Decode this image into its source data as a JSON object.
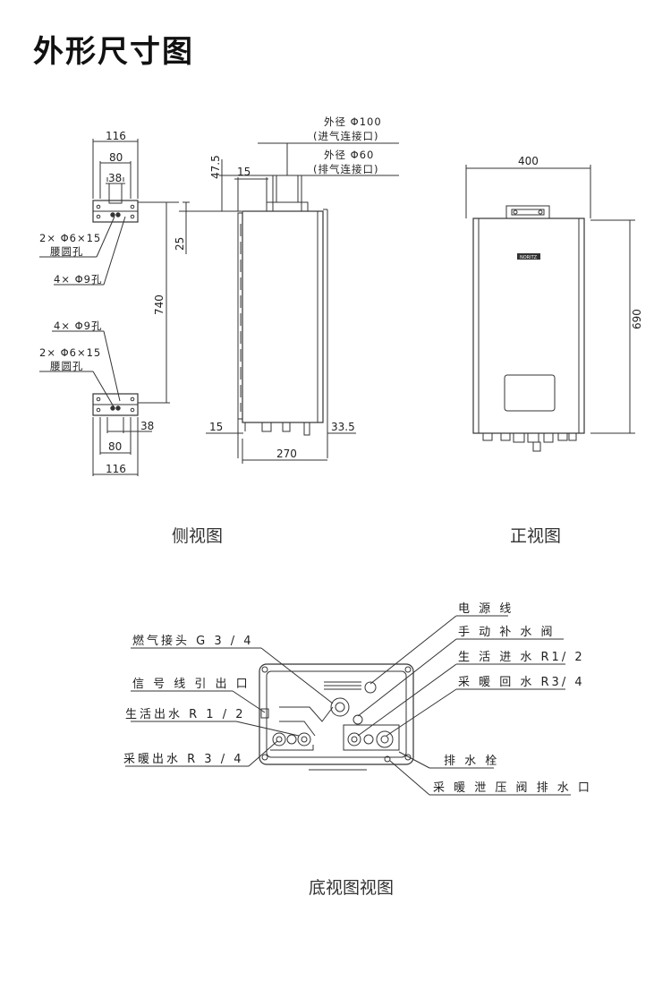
{
  "title": "外形尺寸图",
  "captions": {
    "side": "侧视图",
    "front": "正视图",
    "bottom": "底视图视图"
  },
  "side_view": {
    "bracket_top": {
      "w116": "116",
      "w80": "80",
      "w38": "38"
    },
    "slot_label_1": "2× Φ6×15",
    "slot_label_2": "腰圆孔",
    "hole_label": "4× Φ9孔",
    "bracket_bottom": {
      "hole_label": "4× Φ9孔",
      "slot_label_1": "2× Φ6×15",
      "slot_label_2": "腰圆孔",
      "w38": "38",
      "w80": "80",
      "w116": "116"
    },
    "dim_740": "740",
    "dim_25": "25",
    "dim_47_5": "47.5",
    "dim_15_top": "15",
    "dim_15_bottom": "15",
    "dim_33_5": "33.5",
    "dim_270": "270",
    "flue_outer_1": "外径 Φ100",
    "flue_outer_1_note": "(进气连接口)",
    "flue_outer_2": "外径 Φ60",
    "flue_outer_2_note": "(排气连接口)"
  },
  "front_view": {
    "dim_400": "400",
    "dim_690": "690",
    "brand_logo": "NORITZ"
  },
  "bottom_view": {
    "left_labels": [
      "燃气接头 G 3 / 4",
      "信 号 线 引 出 口",
      "生活出水 R 1 / 2",
      "采暖出水 R 3 / 4"
    ],
    "right_labels": [
      "电 源 线",
      "手 动 补 水 阀",
      "生 活 进 水  R1/ 2",
      "采 暖 回 水  R3/ 4",
      "排 水 栓",
      "采 暖 泄 压 阀 排 水 口"
    ]
  }
}
